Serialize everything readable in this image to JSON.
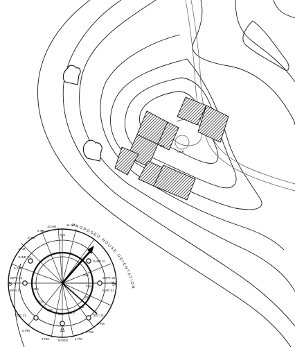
{
  "drawing": {
    "house_orientation_label": "PROPOSED HOUSE ORIENTATION",
    "site_labels": [
      "DR",
      "GAR"
    ]
  },
  "sun_chart": {
    "ring_degrees": [
      "210",
      "225",
      "240",
      "255",
      "270",
      "285",
      "300",
      "315",
      "330"
    ],
    "time_labels": [
      "6 AM",
      "7 AM",
      "8 AM",
      "9 AM",
      "10 AM",
      "11 AM",
      "NOON",
      "1 PM",
      "2 PM",
      "3 PM",
      "4 PM",
      "5 PM"
    ],
    "date_labels": {
      "june": "JUNE 21",
      "sept": "SEPT 21",
      "mar": "MAR 21",
      "dec": "DEC 21",
      "june_e": "JUNE 21",
      "sept_e": "SEPT 21",
      "mar_e": "MAR 21",
      "dec_e": "DEC 21"
    },
    "symbols": {
      "west": "♋",
      "east": "♑",
      "north": "♈",
      "south": "♎"
    }
  }
}
